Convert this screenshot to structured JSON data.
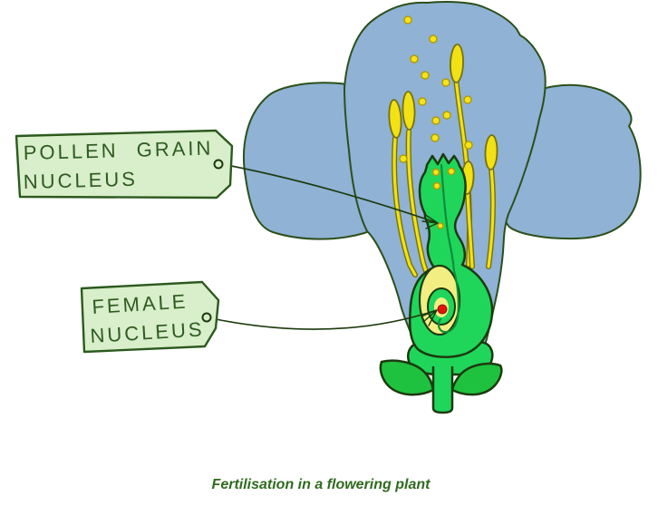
{
  "caption": {
    "text": "Fertilisation in a flowering plant"
  },
  "labels": {
    "pollen_grain_nucleus": {
      "line1": "POLLEN GRAIN",
      "line2": "NUCLEUS"
    },
    "female_nucleus": {
      "line1": "FEMALE",
      "line2": "NUCLEUS"
    }
  },
  "diagram": {
    "subject": "flower cross-section",
    "pointed_parts": [
      "pollen grain nucleus on stigma/style",
      "female nucleus inside ovule"
    ]
  },
  "colors": {
    "petal_blue": "#8fb2d5",
    "petal_outline": "#2c4f1b",
    "green_fill": "#1fd65b",
    "leaf_green": "#1ec23e",
    "dark_outline": "#1c3a0e",
    "stamen_yellow": "#f2e114",
    "stamen_outline": "#77720a",
    "pollen_dot": "#f6e31c",
    "pollen_dot_outline": "#b09a00",
    "ovule_yellow": "#f3ee82",
    "nucleus_red": "#e01408",
    "pollen_tube": "#0e8c3a",
    "tag_fill": "#d9eecb",
    "tag_border": "#2c5a1e",
    "tag_text": "#2e5b21",
    "caption_text": "#2e6b1d",
    "pointer_line": "#1c3a0e"
  }
}
